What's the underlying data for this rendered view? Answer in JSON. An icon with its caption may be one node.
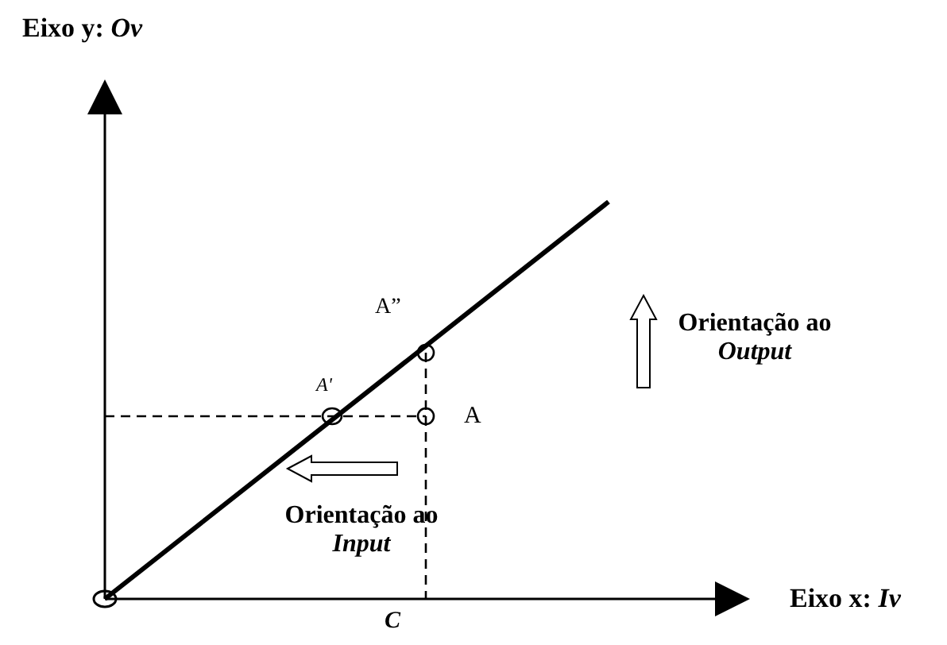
{
  "diagram": {
    "labels": [
      "Eixo y: *Ov*",
      "A”",
      "Orientação ao *Output*",
      "A'",
      "A",
      "Orientação ao *Input*",
      "Eixo x: *Iv*",
      "C"
    ]
  }
}
